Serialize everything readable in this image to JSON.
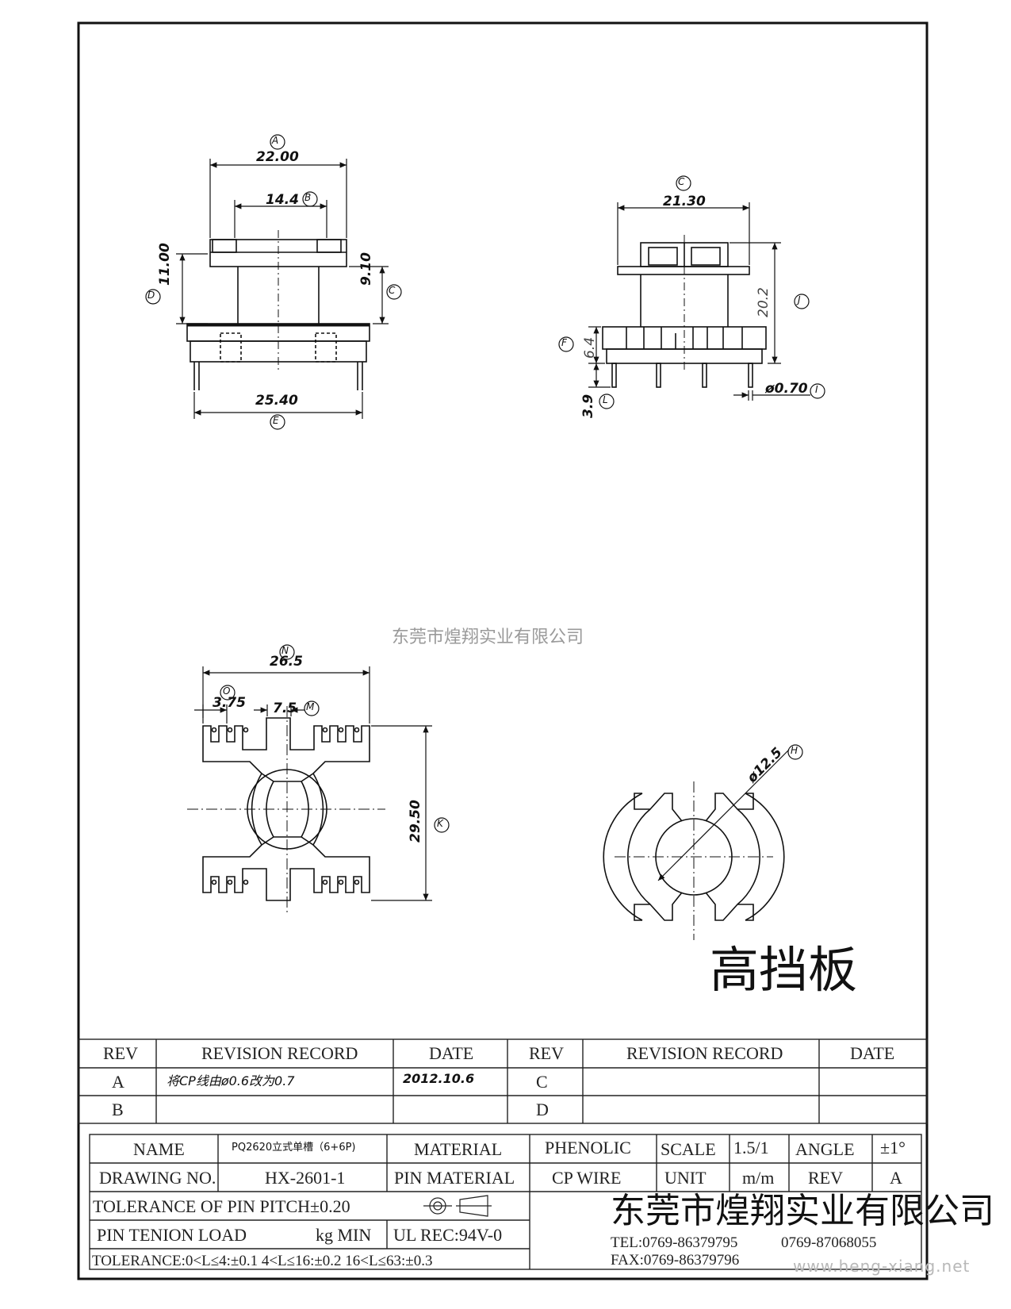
{
  "watermark": "东莞市煌翔实业有限公司",
  "website": "www.heng-xiang.net",
  "big_label": "高挡板",
  "dimensions": {
    "a_marker": "A",
    "a_value": "22.00",
    "b_marker": "B",
    "b_value": "14.4",
    "c_marker": "C",
    "c_value_top": "9.10",
    "d_marker": "D",
    "d_value": "11.00",
    "e_marker": "E",
    "e_value": "25.40",
    "c2_value": "21.30",
    "j_marker": "J",
    "j_value": "20.2",
    "f_marker": "F",
    "f_value": "6.4",
    "l_marker": "L",
    "l_value": "3.9",
    "i_marker": "I",
    "i_value": "ø0.70",
    "n_marker": "N",
    "n_value": "26.5",
    "o_marker": "O",
    "o_value": "3.75",
    "m_marker": "M",
    "m_value": "7.5",
    "k_marker": "K",
    "k_value": "29.50",
    "h_marker": "H",
    "h_value": "ø12.5"
  },
  "revision_table": {
    "headers": [
      "REV",
      "REVISION RECORD",
      "DATE",
      "REV",
      "REVISION RECORD",
      "DATE"
    ],
    "rows": [
      {
        "rev": "A",
        "record": "将CP线由ø0.6改为0.7",
        "date": "2012.10.6",
        "rev2": "C",
        "record2": "",
        "date2": ""
      },
      {
        "rev": "B",
        "record": "",
        "date": "",
        "rev2": "D",
        "record2": "",
        "date2": ""
      }
    ]
  },
  "title_block": {
    "name_label": "NAME",
    "name_value": "PQ2620立式单槽（6+6P)",
    "material_label": "MATERIAL",
    "material_value": "PHENOLIC",
    "scale_label": "SCALE",
    "scale_value": "1.5/1",
    "angle_label": "ANGLE",
    "angle_value": "±1°",
    "drawing_no_label": "DRAWING NO.",
    "drawing_no_value": "HX-2601-1",
    "pin_material_label": "PIN MATERIAL",
    "pin_material_value": "CP WIRE",
    "unit_label": "UNIT",
    "unit_value": "m/m",
    "rev_label": "REV",
    "rev_value": "A",
    "tolerance_pitch": "TOLERANCE OF PIN PITCH±0.20",
    "pin_tension": "PIN TENION LOAD",
    "pin_tension_unit": "kg MIN",
    "ul_rec": "UL REC:94V-0",
    "tolerance_general": "TOLERANCE:0<L≤4:±0.1  4<L≤16:±0.2  16<L≤63:±0.3",
    "company": "东莞市煌翔实业有限公司",
    "tel": "TEL:0769-86379795",
    "tel2": "0769-87068055",
    "fax": "FAX:0769-86379796"
  }
}
